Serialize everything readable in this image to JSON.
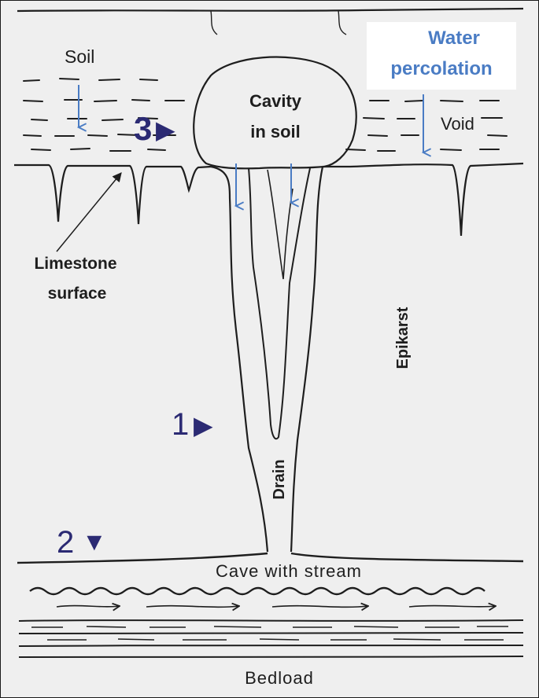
{
  "labels": {
    "soil": "Soil",
    "water_percolation_line1": "Water",
    "water_percolation_line2": "percolation",
    "cavity_line1": "Cavity",
    "cavity_line2": "in soil",
    "void": "Void",
    "limestone_line1": "Limestone",
    "limestone_line2": "surface",
    "epikarst": "Epikarst",
    "drain": "Drain",
    "cave": "Cave with stream",
    "bedload": "Bedload"
  },
  "markers": [
    {
      "number": "1",
      "symbol": "▶"
    },
    {
      "number": "2",
      "symbol": "▼"
    },
    {
      "number": "3",
      "symbol": "▶"
    }
  ],
  "colors": {
    "percolation_blue": "#4a7cc4",
    "marker_navy": "#2b2a73",
    "ink": "#1e1e1e",
    "paper": "#efefef"
  }
}
